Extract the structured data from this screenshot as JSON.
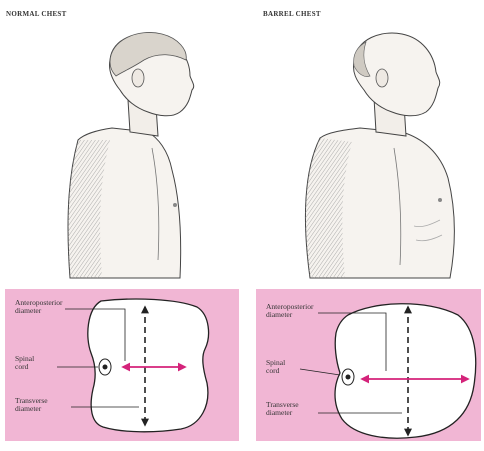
{
  "headings": {
    "normal": "NORMAL CHEST",
    "barrel": "BARREL CHEST"
  },
  "panels": {
    "normal": {
      "ap_label": "Anteroposterior\ndiameter",
      "spinal_label": "Spinal\ncord",
      "transverse_label": "Transverse\ndiameter"
    },
    "barrel": {
      "ap_label": "Anteroposterior\ndiameter",
      "spinal_label": "Spinal\ncord",
      "transverse_label": "Transverse\ndiameter"
    }
  },
  "colors": {
    "panel_bg": "#f1b6d4",
    "arrow_magenta": "#d4237a",
    "ink": "#222222"
  }
}
